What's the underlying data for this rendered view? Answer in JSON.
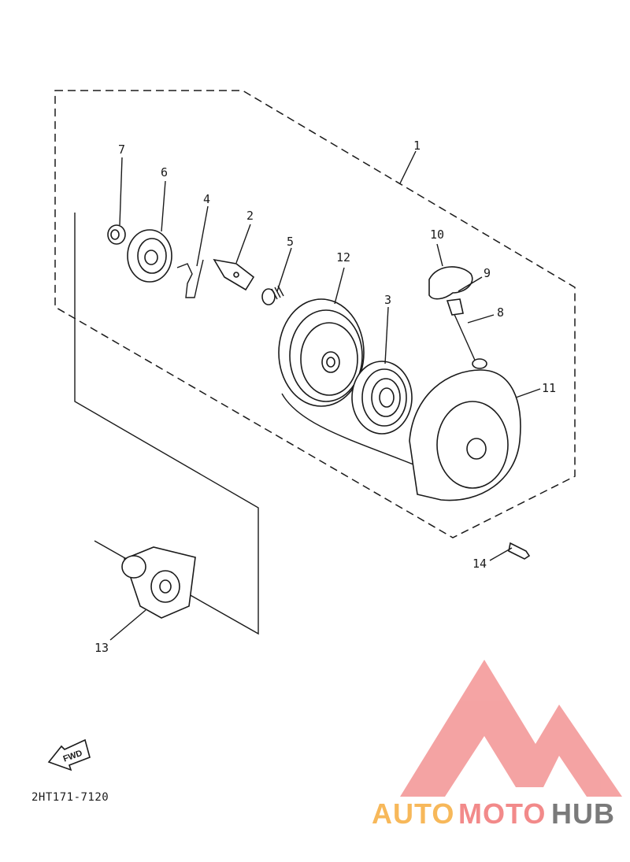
{
  "diagram": {
    "drawing_code": "2HT171-7120",
    "fwd_label": "FWD",
    "callouts": [
      "1",
      "2",
      "3",
      "4",
      "5",
      "6",
      "7",
      "8",
      "9",
      "10",
      "11",
      "12",
      "13",
      "14"
    ]
  },
  "watermark": {
    "word_1": "AUTO",
    "word_2": "MOTO",
    "word_3": "HUB",
    "colors": {
      "auto": "#f7b85a",
      "moto": "#f28a8a",
      "hub": "#7a7a7a",
      "logo": "#f39494"
    }
  }
}
